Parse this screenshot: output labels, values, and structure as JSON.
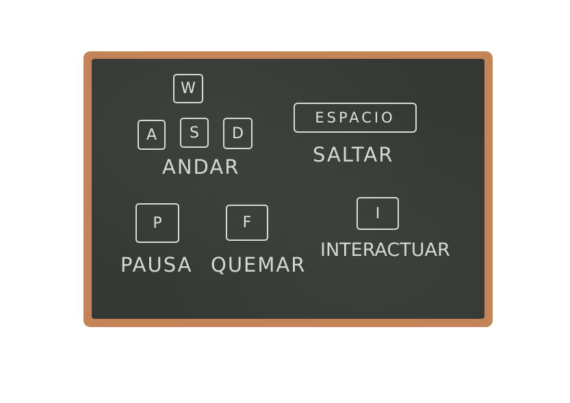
{
  "board": {
    "frame_color": "#c58358",
    "surface_color": "#353935",
    "chalk_color": "#dfe2dc"
  },
  "controls": {
    "move": {
      "keys": {
        "w": "W",
        "a": "A",
        "s": "S",
        "d": "D"
      },
      "label": "ANDAR"
    },
    "jump": {
      "key": "ESPACIO",
      "label": "SALTAR"
    },
    "pause": {
      "key": "P",
      "label": "PAUSA"
    },
    "burn": {
      "key": "F",
      "label": "QUEMAR"
    },
    "interact": {
      "key": "I",
      "label": "INTERACTUAR"
    }
  }
}
